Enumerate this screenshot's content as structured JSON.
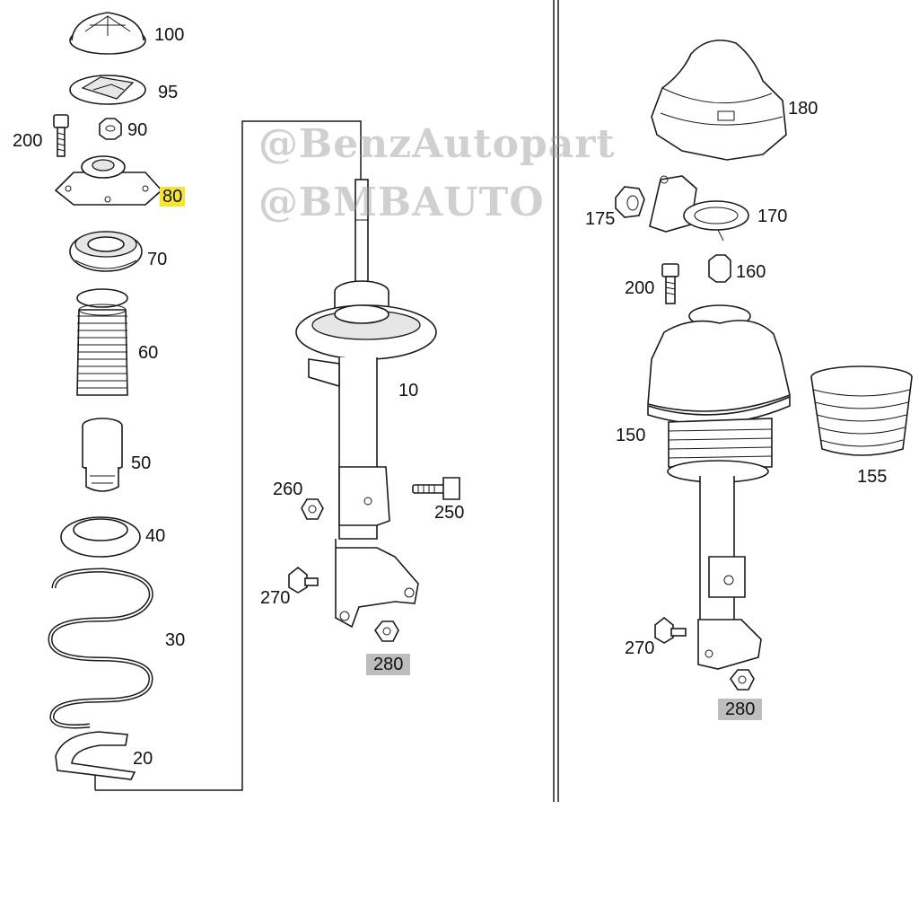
{
  "watermarks": [
    "@BenzAutopart",
    "@BMBAUTO"
  ],
  "colors": {
    "highlight_yellow": "#f5e62a",
    "highlight_grey": "#bdbdbd",
    "line": "#1a1a1a"
  },
  "parts_left": [
    {
      "id": "p100",
      "label": "100"
    },
    {
      "id": "p95",
      "label": "95"
    },
    {
      "id": "p90",
      "label": "90"
    },
    {
      "id": "p200a",
      "label": "200"
    },
    {
      "id": "p80",
      "label": "80",
      "highlight": "yellow"
    },
    {
      "id": "p70",
      "label": "70"
    },
    {
      "id": "p60",
      "label": "60"
    },
    {
      "id": "p50",
      "label": "50"
    },
    {
      "id": "p40",
      "label": "40"
    },
    {
      "id": "p30",
      "label": "30"
    },
    {
      "id": "p20",
      "label": "20"
    }
  ],
  "parts_middle": [
    {
      "id": "p10",
      "label": "10"
    },
    {
      "id": "p260",
      "label": "260"
    },
    {
      "id": "p250",
      "label": "250"
    },
    {
      "id": "p270a",
      "label": "270"
    },
    {
      "id": "p280a",
      "label": "280",
      "highlight": "grey"
    }
  ],
  "parts_right": [
    {
      "id": "p180",
      "label": "180"
    },
    {
      "id": "p175",
      "label": "175"
    },
    {
      "id": "p170",
      "label": "170"
    },
    {
      "id": "p200b",
      "label": "200"
    },
    {
      "id": "p160",
      "label": "160"
    },
    {
      "id": "p150",
      "label": "150"
    },
    {
      "id": "p155",
      "label": "155"
    },
    {
      "id": "p270b",
      "label": "270"
    },
    {
      "id": "p280b",
      "label": "280",
      "highlight": "grey"
    }
  ]
}
